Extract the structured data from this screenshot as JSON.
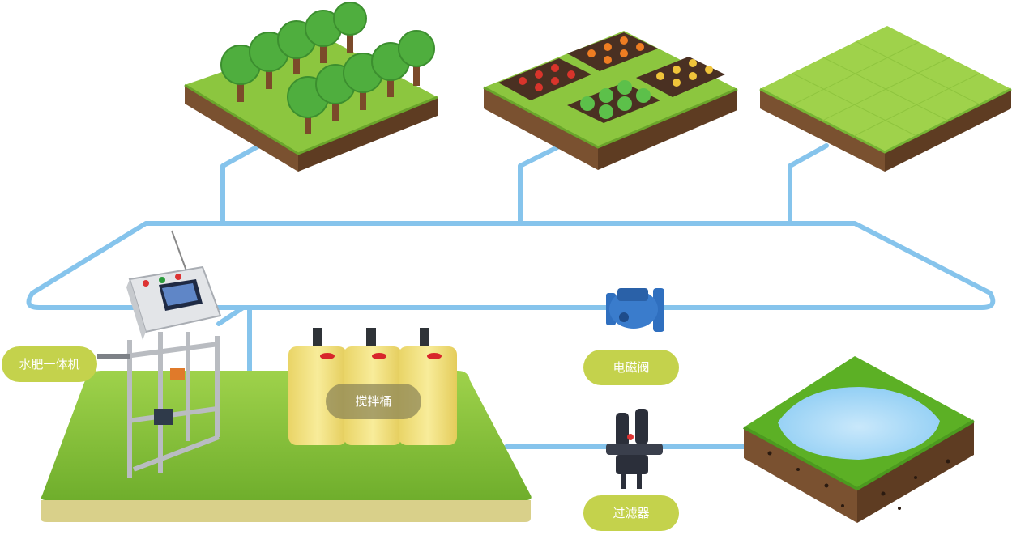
{
  "labels": {
    "fertigation_machine": "水肥一体机",
    "mixing_tank": "搅拌桶",
    "solenoid_valve": "电磁阀",
    "filter": "过滤器"
  },
  "colors": {
    "pipe": "#86c4ec",
    "label_pill": "#c4d24c",
    "tank_label_pill": "#8a8456",
    "grass": "#8cc63f",
    "soil": "#7a5130",
    "water": "#9ed2f5",
    "tank": "#f2e27e",
    "valve": "#2f6fbf",
    "filter": "#2b2f3a"
  },
  "icons": {
    "orchard": "orchard-plot-icon",
    "vegetables": "vegetable-plot-icon",
    "lawn": "lawn-plot-icon",
    "pond": "water-source-pond-icon",
    "machine": "fertigation-machine-icon",
    "tanks": "mixing-tanks-icon",
    "valve": "solenoid-valve-icon",
    "filter": "disc-filter-icon"
  }
}
